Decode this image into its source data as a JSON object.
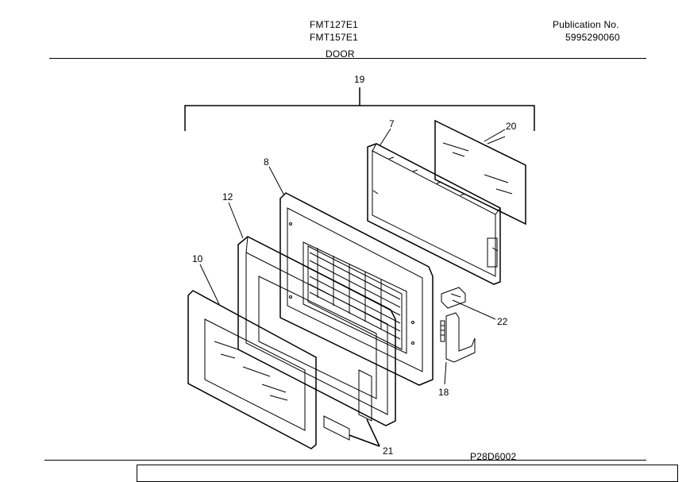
{
  "header": {
    "model_numbers": [
      "FMT127E1",
      "FMT157E1"
    ],
    "section_title": "DOOR",
    "publication_label": "Publication No.",
    "publication_number": "5995290060"
  },
  "drawing_code": "P28D6002",
  "callouts": {
    "assembly": "19",
    "choke": "7",
    "glass": "20",
    "door_frame": "8",
    "door_panel": "12",
    "front_glass": "10",
    "latch": "22",
    "hinge": "18",
    "clips": "21"
  }
}
